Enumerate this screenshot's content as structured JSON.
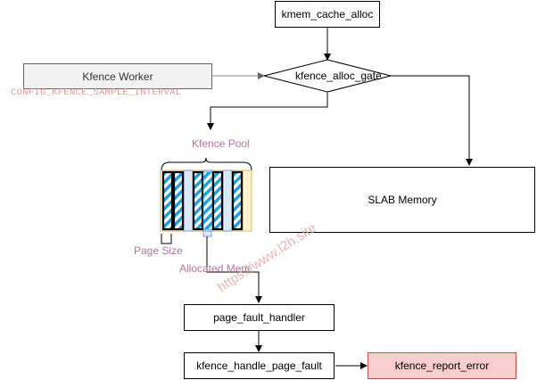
{
  "nodes": {
    "kmem_cache_alloc": "kmem_cache_alloc",
    "kfence_worker": "Kfence Worker",
    "kfence_alloc_gate": "kfence_alloc_gate",
    "slab_memory": "SLAB Memory",
    "page_fault_handler": "page_fault_handler",
    "kfence_handle_page_fault": "kfence_handle_page_fault",
    "kfence_report_error": "kfence_report_error"
  },
  "labels": {
    "config_interval": "CONFIG_KFENCE_SAMPLE_INTERVAL",
    "kfence_pool": "Kfence Pool",
    "page_size": "Page Size",
    "allocated_mem": "Allocated Mem"
  },
  "watermark": "https://www.l2h.site",
  "colors": {
    "purple_label": "#b5739d",
    "error_fill": "#f8cecc",
    "error_stroke": "#b85450",
    "page_fill": "#fff2cc",
    "guard_fill": "#dae8fc",
    "stripe_blue": "#1ba1e2"
  }
}
